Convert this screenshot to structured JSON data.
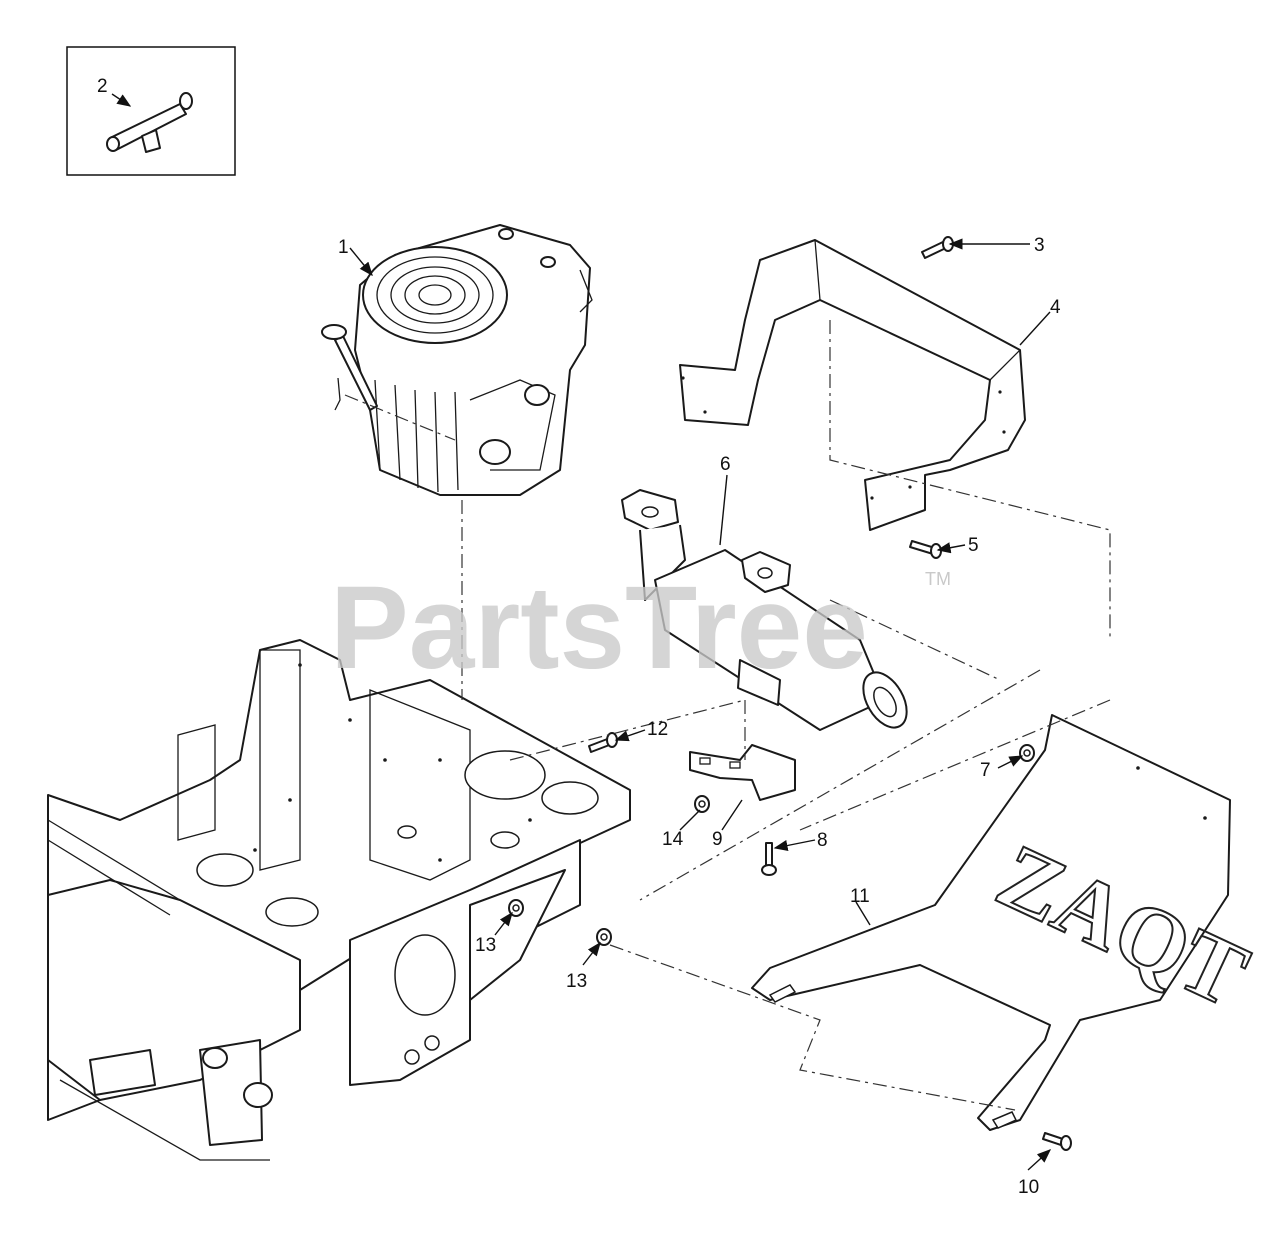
{
  "watermark": {
    "text": "PartsTree",
    "trademark": "TM"
  },
  "shield_brand": "ZAQT",
  "callouts": {
    "c1": "1",
    "c2": "2",
    "c3": "3",
    "c4": "4",
    "c5": "5",
    "c6": "6",
    "c7": "7",
    "c8": "8",
    "c9": "9",
    "c10": "10",
    "c11": "11",
    "c12": "12",
    "c13a": "13",
    "c13b": "13",
    "c14": "14"
  },
  "colors": {
    "line": "#1a1a1a",
    "watermark": "#c9c9c9",
    "background": "#ffffff"
  }
}
